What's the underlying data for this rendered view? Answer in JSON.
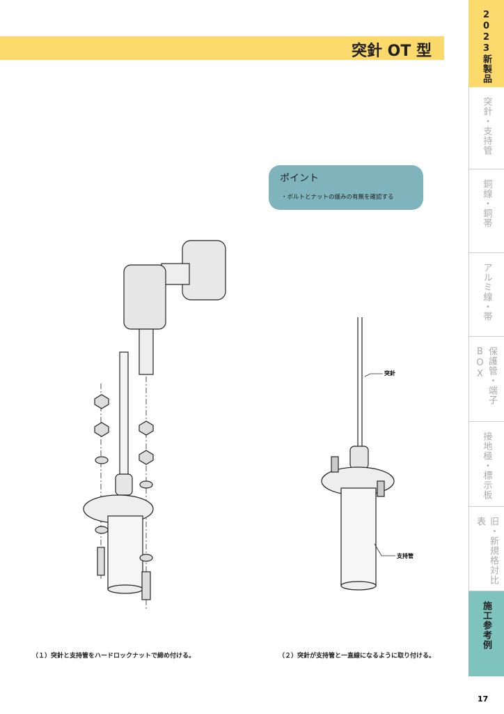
{
  "header": {
    "title": "突針 OT 型"
  },
  "tabs": [
    {
      "label": "2023新製品",
      "style": "yellow"
    },
    {
      "label": "突針・支持管"
    },
    {
      "label": "銅線・銅帯"
    },
    {
      "label": "アルミ線・帯"
    },
    {
      "label": "保護管・端子BOX"
    },
    {
      "label": "接地極・標示板"
    },
    {
      "label": "旧・新規格対比表"
    },
    {
      "label": "施工参考例",
      "style": "teal"
    }
  ],
  "point": {
    "title": "ポイント",
    "body": "・ボルトとナットの緩みの有無を確認する"
  },
  "figures": {
    "caption1": "（１）突針と支持管をハードロックナットで締め付ける。",
    "caption2": "（２）突針が支持管と一直線になるように取り付ける。",
    "label_needle": "突針",
    "label_pipe": "支持管"
  },
  "page_number": "17"
}
